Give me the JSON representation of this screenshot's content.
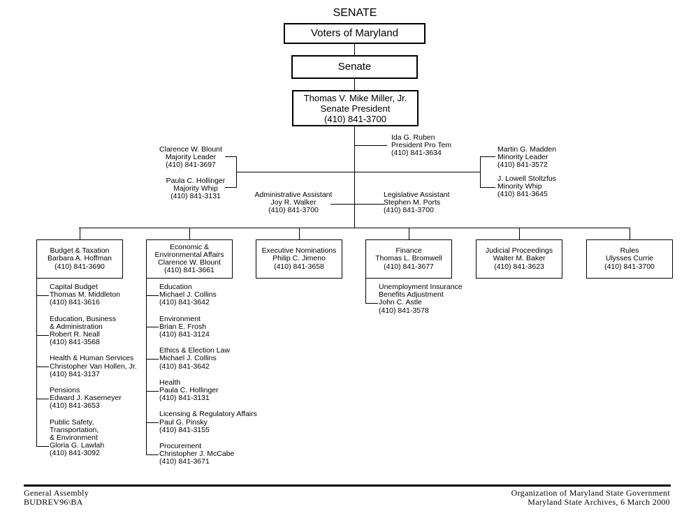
{
  "title": "SENATE",
  "top": {
    "voters": "Voters of Maryland",
    "senate": "Senate",
    "president": {
      "name": "Thomas V. Mike Miller, Jr.",
      "role": "Senate President",
      "phone": "(410) 841-3700"
    }
  },
  "officers": {
    "pro_tem": {
      "name": "Ida G. Ruben",
      "role": "President Pro Tem",
      "phone": "(410) 841-3634"
    },
    "majority_leader": {
      "name": "Clarence W. Blount",
      "role": "Majority Leader",
      "phone": "(410) 841-3697"
    },
    "majority_whip": {
      "name": "Paula C. Hollinger",
      "role": "Majority Whip",
      "phone": "(410) 841-3131"
    },
    "minority_leader": {
      "name": "Martin G. Madden",
      "role": "Minority Leader",
      "phone": "(410) 841-3572"
    },
    "minority_whip": {
      "name": "J. Lowell Stoltzfus",
      "role": "Minority Whip",
      "phone": "(410) 841-3645"
    },
    "admin_assistant": {
      "role": "Administrative Assistant",
      "name": "Joy R. Walker",
      "phone": "(410) 841-3700"
    },
    "legis_assistant": {
      "role": "Legislative Assistant",
      "name": "Stephen M. Ports",
      "phone": "(410) 841-3700"
    }
  },
  "committees": [
    {
      "lines": [
        "Budget & Taxation",
        "Barbara A. Hoffman",
        "(410) 841-3690"
      ],
      "subcommittees": [
        {
          "lines": [
            "Capital Budget",
            "Thomas M. Middleton",
            "(410) 841-3616"
          ]
        },
        {
          "lines": [
            "Education, Business",
            "& Administration",
            "Robert R. Neall",
            "(410) 841-3568"
          ]
        },
        {
          "lines": [
            "Health & Human Services",
            "Christopher Van Hollen, Jr.",
            "(410) 841-3137"
          ]
        },
        {
          "lines": [
            "Pensions",
            "Edward J. Kasemeyer",
            "(410) 841-3653"
          ]
        },
        {
          "lines": [
            "Public Safety,",
            "Transportation,",
            "& Environment",
            "Gloria G. Lawlah",
            "(410) 841-3092"
          ]
        }
      ]
    },
    {
      "lines": [
        "Economic &",
        "Environmental Affairs",
        "Clarence W. Blount",
        "(410) 841-3661"
      ],
      "subcommittees": [
        {
          "lines": [
            "Education",
            "Michael J. Collins",
            "(410) 841-3642"
          ]
        },
        {
          "lines": [
            "Environment",
            "Brian E. Frosh",
            "(410) 841-3124"
          ]
        },
        {
          "lines": [
            "Ethics & Election Law",
            "Michael J. Collins",
            "(410) 841-3642"
          ]
        },
        {
          "lines": [
            "Health",
            "Paula C. Hollinger",
            "(410) 841-3131"
          ]
        },
        {
          "lines": [
            "Licensing & Regulatory Affairs",
            "Paul G. Pinsky",
            "(410) 841-3155"
          ]
        },
        {
          "lines": [
            "Procurement",
            "Christopher J. McCabe",
            "(410) 841-3671"
          ]
        }
      ]
    },
    {
      "lines": [
        "Executive Nominations",
        "Philip C. Jimeno",
        "(410) 841-3658"
      ],
      "subcommittees": []
    },
    {
      "lines": [
        "Finance",
        "Thomas L. Bromwell",
        "(410) 841-3677"
      ],
      "subcommittees": [
        {
          "lines": [
            "Unemployment Insurance",
            "Benefits Adjustment",
            "John C. Astle",
            "(410) 841-3578"
          ]
        }
      ]
    },
    {
      "lines": [
        "Judicial Proceedings",
        "Walter M. Baker",
        "(410) 841-3623"
      ],
      "subcommittees": []
    },
    {
      "lines": [
        "Rules",
        "Ulysses Currie",
        "(410) 841-3700"
      ],
      "subcommittees": []
    }
  ],
  "footer": {
    "left": [
      "General Assembly",
      "BUDREV96\\BA"
    ],
    "right": [
      "Organization of Maryland State Government",
      "Maryland State Archives, 6 March 2000"
    ]
  }
}
